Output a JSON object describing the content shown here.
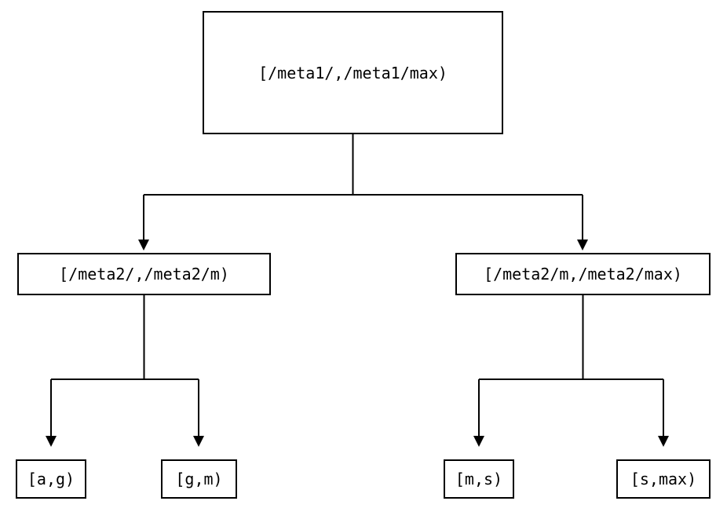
{
  "diagram": {
    "type": "tree",
    "nodes": {
      "root": {
        "label": "[/meta1/,/meta1/max)"
      },
      "left": {
        "label": "[/meta2/,/meta2/m)"
      },
      "right": {
        "label": "[/meta2/m,/meta2/max)"
      },
      "leaf_ag": {
        "label": "[a,g)"
      },
      "leaf_gm": {
        "label": "[g,m)"
      },
      "leaf_ms": {
        "label": "[m,s)"
      },
      "leaf_smax": {
        "label": "[s,max)"
      }
    },
    "edges": [
      {
        "from": "root",
        "to": "left"
      },
      {
        "from": "root",
        "to": "right"
      },
      {
        "from": "left",
        "to": "leaf_ag"
      },
      {
        "from": "left",
        "to": "leaf_gm"
      },
      {
        "from": "right",
        "to": "leaf_ms"
      },
      {
        "from": "right",
        "to": "leaf_smax"
      }
    ],
    "colors": {
      "background": "#ffffff",
      "line": "#000000",
      "box_border": "#000000",
      "text": "#000000"
    }
  }
}
